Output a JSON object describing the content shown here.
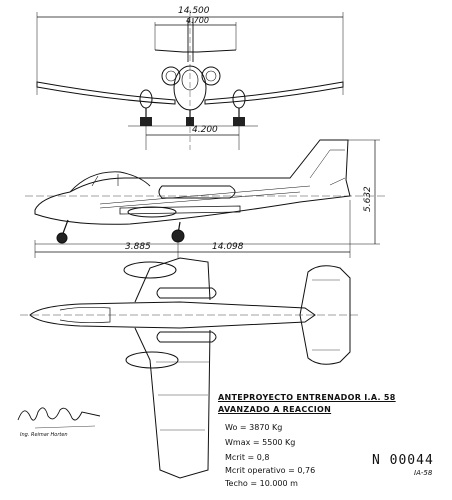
{
  "dimensions": {
    "span": "14.500",
    "tailplane_span": "4.700",
    "track": "4.200",
    "height": "5.632",
    "nose_to_gear": "3.885",
    "length": "14.098"
  },
  "title_block": {
    "title_line1": "ANTEPROYECTO  ENTRENADOR  I.A. 58",
    "title_line2": "AVANZADO  A  REACCION",
    "specs": [
      {
        "label": "Wo",
        "value": "= 3870 Kg"
      },
      {
        "label": "Wmax",
        "value": "= 5500 Kg"
      },
      {
        "label": "Mcrit",
        "value": "= 0,8"
      },
      {
        "label": "Mcrit operativo",
        "value": "= 0,76"
      },
      {
        "label": "Techo",
        "value": "= 10.000 m"
      }
    ],
    "drawing_number": "N 00044",
    "model_code": "IA-58"
  },
  "signature_note": "Ing. Reimar Horten"
}
